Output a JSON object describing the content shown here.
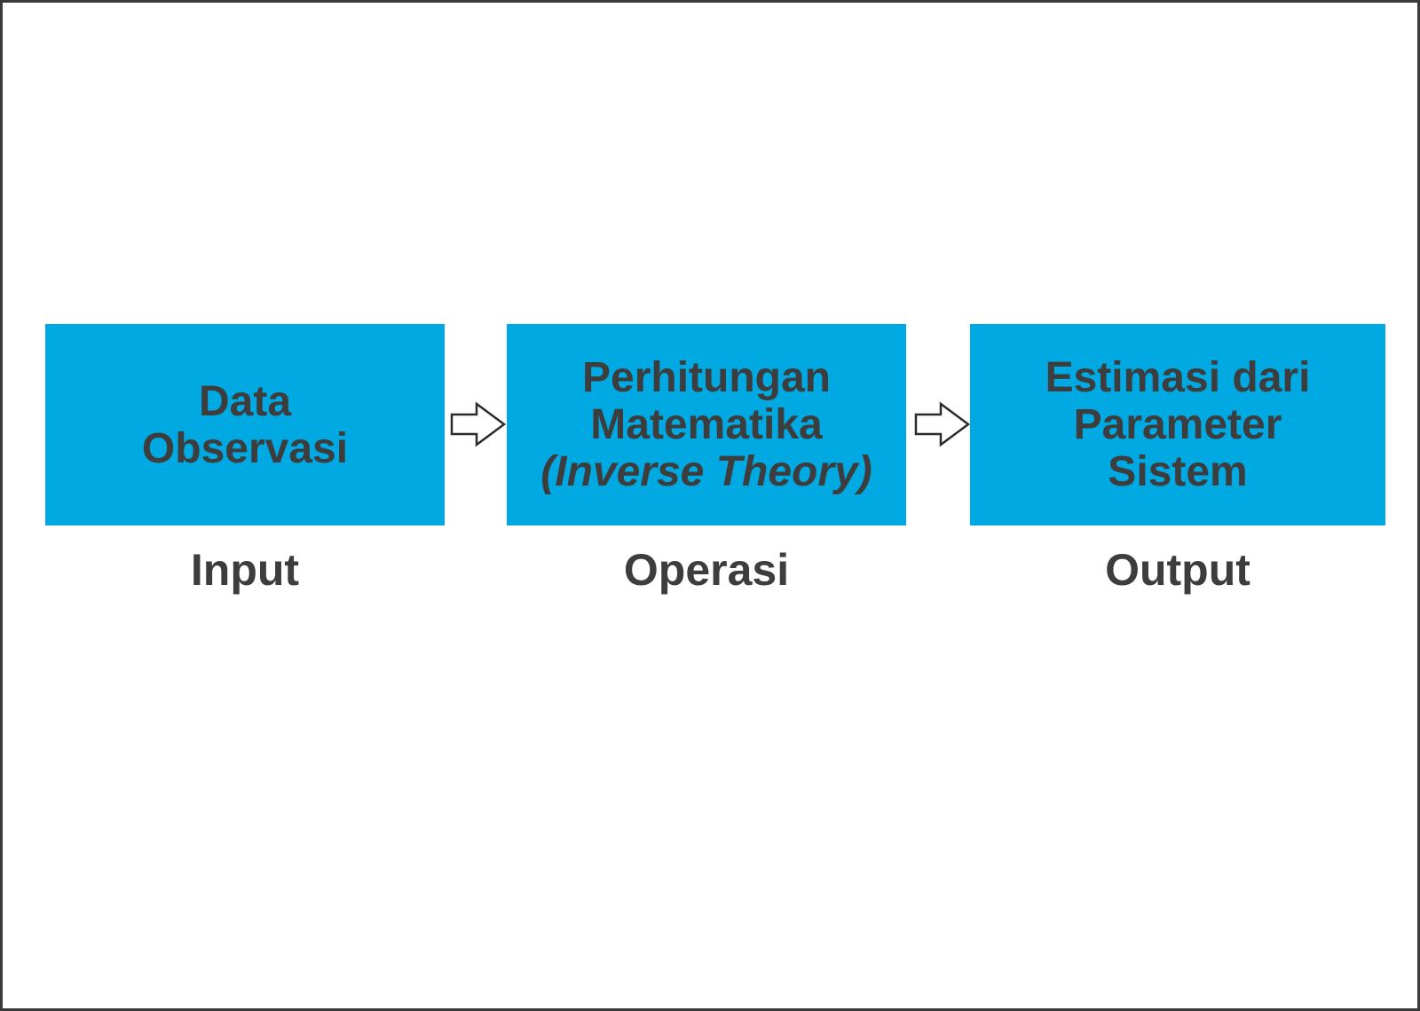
{
  "colors": {
    "box_fill": "#00a9e2",
    "box_text": "#3d3d3d",
    "label_text": "#3d3d3d",
    "arrow_fill": "#ffffff",
    "arrow_stroke": "#2b2b2b",
    "frame_border": "#3a3a3a",
    "page_bg": "#ffffff"
  },
  "diagram": {
    "type": "flow-diagram",
    "boxes": [
      {
        "lines": [
          "Data",
          "Observasi"
        ],
        "label": "Input"
      },
      {
        "lines": [
          "Perhitungan",
          "Matematika",
          "(Inverse Theory)"
        ],
        "label": "Operasi"
      },
      {
        "lines": [
          "Estimasi dari",
          "Parameter",
          "Sistem"
        ],
        "label": "Output"
      }
    ],
    "arrows": [
      "right",
      "right"
    ]
  }
}
